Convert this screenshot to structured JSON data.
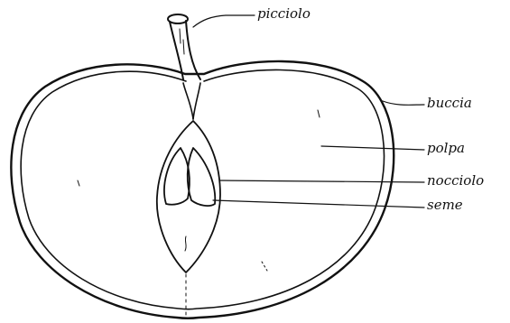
{
  "diagram": {
    "labels": {
      "picciolo": "picciolo",
      "buccia": "buccia",
      "polpa": "polpa",
      "nocciolo": "nocciolo",
      "seme": "seme"
    },
    "colors": {
      "ink": "#111111",
      "background": "#ffffff"
    }
  }
}
